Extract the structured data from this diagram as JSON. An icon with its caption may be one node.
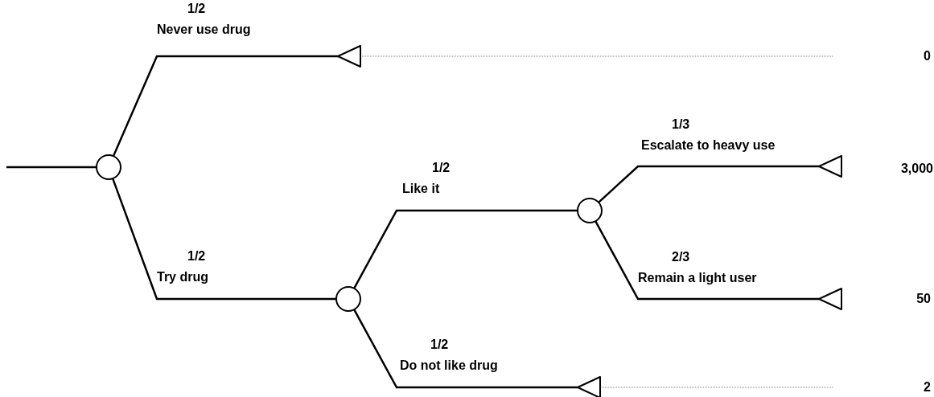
{
  "diagram": {
    "nodes": [
      {
        "text": [],
        "shape": "circle"
      },
      {
        "text": [],
        "shape": "triangle"
      },
      {
        "text": [],
        "shape": "circle"
      },
      {
        "text": [],
        "shape": "circle"
      },
      {
        "text": [],
        "shape": "triangle"
      },
      {
        "text": [],
        "shape": "triangle"
      },
      {
        "text": [],
        "shape": "triangle"
      }
    ],
    "edges": [
      {
        "from": null,
        "to": 0,
        "arrow": "none"
      },
      {
        "from": 0,
        "to": 1,
        "arrow": "none",
        "label": "1/2 Never use drug"
      },
      {
        "from": 0,
        "to": 2,
        "arrow": "none",
        "label": "1/2 Try drug"
      },
      {
        "from": 2,
        "to": 3,
        "arrow": "none",
        "label": "1/2 Like it"
      },
      {
        "from": 2,
        "to": 6,
        "arrow": "none",
        "label": "1/2 Do not like drug"
      },
      {
        "from": 3,
        "to": 4,
        "arrow": "none",
        "label": "1/3 Escalate to heavy use"
      },
      {
        "from": 3,
        "to": 5,
        "arrow": "none",
        "label": "2/3 Remain a light user"
      },
      {
        "from": 1,
        "to": null,
        "arrow": "none",
        "style": "dashed",
        "color": "#808080"
      },
      {
        "from": 6,
        "to": null,
        "arrow": "none",
        "style": "dashed",
        "color": "#808080"
      }
    ],
    "labels": [
      "0",
      "3,000",
      "50",
      "2"
    ]
  }
}
